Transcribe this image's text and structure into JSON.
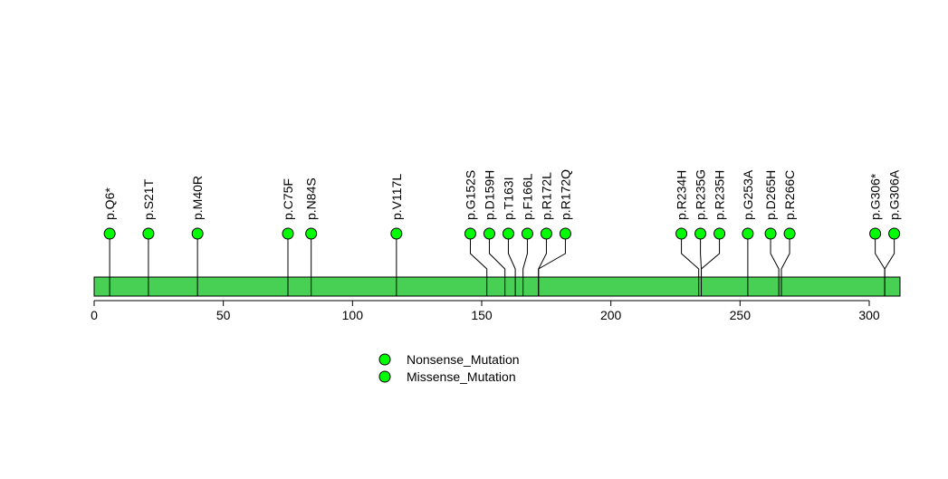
{
  "chart_data": {
    "type": "lollipop",
    "title": "",
    "xlabel": "",
    "ylabel": "",
    "xlim": [
      0,
      312
    ],
    "xticks": [
      0,
      50,
      100,
      150,
      200,
      250,
      300
    ],
    "bar_color": "#48d055",
    "marker_color": "#00ff00",
    "mutations": [
      {
        "label": "p.Q6*",
        "position": 6,
        "type": "Nonsense_Mutation"
      },
      {
        "label": "p.S21T",
        "position": 21,
        "type": "Missense_Mutation"
      },
      {
        "label": "p.M40R",
        "position": 40,
        "type": "Missense_Mutation"
      },
      {
        "label": "p.C75F",
        "position": 75,
        "type": "Missense_Mutation"
      },
      {
        "label": "p.N84S",
        "position": 84,
        "type": "Missense_Mutation"
      },
      {
        "label": "p.V117L",
        "position": 117,
        "type": "Missense_Mutation"
      },
      {
        "label": "p.G152S",
        "position": 152,
        "type": "Missense_Mutation"
      },
      {
        "label": "p.D159H",
        "position": 159,
        "type": "Missense_Mutation"
      },
      {
        "label": "p.T163I",
        "position": 163,
        "type": "Missense_Mutation"
      },
      {
        "label": "p.F166L",
        "position": 166,
        "type": "Missense_Mutation"
      },
      {
        "label": "p.R172L",
        "position": 172,
        "type": "Missense_Mutation"
      },
      {
        "label": "p.R172Q",
        "position": 172,
        "type": "Missense_Mutation"
      },
      {
        "label": "p.R234H",
        "position": 234,
        "type": "Missense_Mutation"
      },
      {
        "label": "p.R235G",
        "position": 235,
        "type": "Missense_Mutation"
      },
      {
        "label": "p.R235H",
        "position": 235,
        "type": "Missense_Mutation"
      },
      {
        "label": "p.G253A",
        "position": 253,
        "type": "Missense_Mutation"
      },
      {
        "label": "p.D265H",
        "position": 265,
        "type": "Missense_Mutation"
      },
      {
        "label": "p.R266C",
        "position": 266,
        "type": "Missense_Mutation"
      },
      {
        "label": "p.G306*",
        "position": 306,
        "type": "Nonsense_Mutation"
      },
      {
        "label": "p.G306A",
        "position": 306,
        "type": "Missense_Mutation"
      }
    ],
    "legend": {
      "placement": "bottom-center",
      "entries": [
        {
          "label": "Nonsense_Mutation",
          "color": "#00ff00"
        },
        {
          "label": "Missense_Mutation",
          "color": "#00ff00"
        }
      ]
    }
  }
}
